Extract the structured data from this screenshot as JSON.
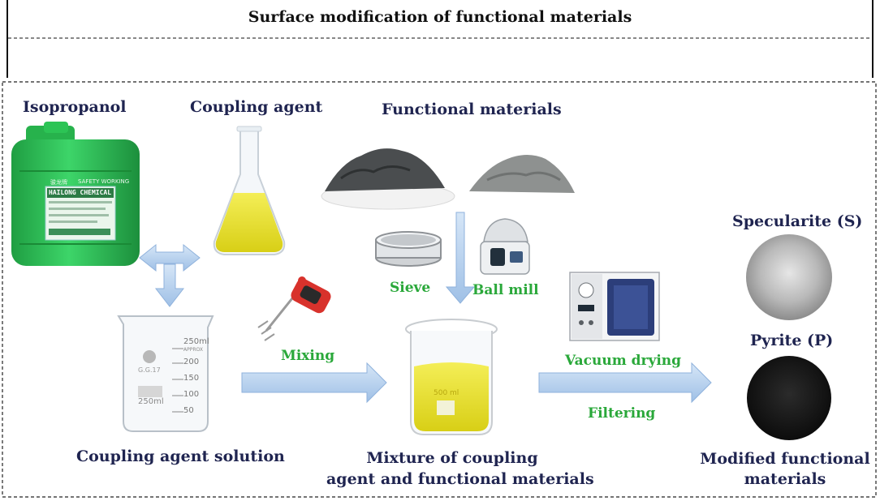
{
  "title": "Surface modification of functional materials",
  "labels": {
    "isopropanol": "Isopropanol",
    "coupling_agent": "Coupling agent",
    "functional_materials": "Functional materials",
    "specularite": "Specularite (S)",
    "pyrite": "Pyrite (P)",
    "coupling_agent_solution": "Coupling agent solution",
    "mixture_line1": "Mixture of coupling",
    "mixture_line2": "agent and functional materials",
    "modified_line1": "Modified functional",
    "modified_line2": "materials"
  },
  "process": {
    "sieve": "Sieve",
    "ball_mill": "Ball mill",
    "mixing": "Mixing",
    "vacuum_drying": "Vacuum drying",
    "filtering": "Filtering"
  },
  "container_text": {
    "brand_line1": "HAILONG CHEMICAL",
    "brand_line2": "SAFETY WORKING",
    "brand_cn": "骏龙牌"
  },
  "beaker_text": {
    "mark_250": "250ml",
    "approx": "APPROX",
    "mark_200": "200",
    "mark_150": "150",
    "mark_100": "100",
    "mark_50": "50",
    "logo": "G.G.17",
    "volume": "250ml"
  },
  "mixture_beaker_text": {
    "volume": "500 ml"
  },
  "colors": {
    "navy_text": "#1f2450",
    "green_text": "#2aa83a",
    "arrow_fill": "#aecbea",
    "arrow_stroke": "#7ea6d8",
    "liquid_yellow": "#e8e234",
    "container_green": "#2fbf57"
  },
  "icons": [
    "green-chemical-container-icon",
    "erlenmeyer-flask-icon",
    "powder-pile-icon",
    "sieve-icon",
    "ball-mill-icon",
    "mixer-paddle-icon",
    "beaker-icon",
    "vacuum-oven-icon",
    "specularite-sample-icon",
    "pyrite-sample-icon"
  ]
}
